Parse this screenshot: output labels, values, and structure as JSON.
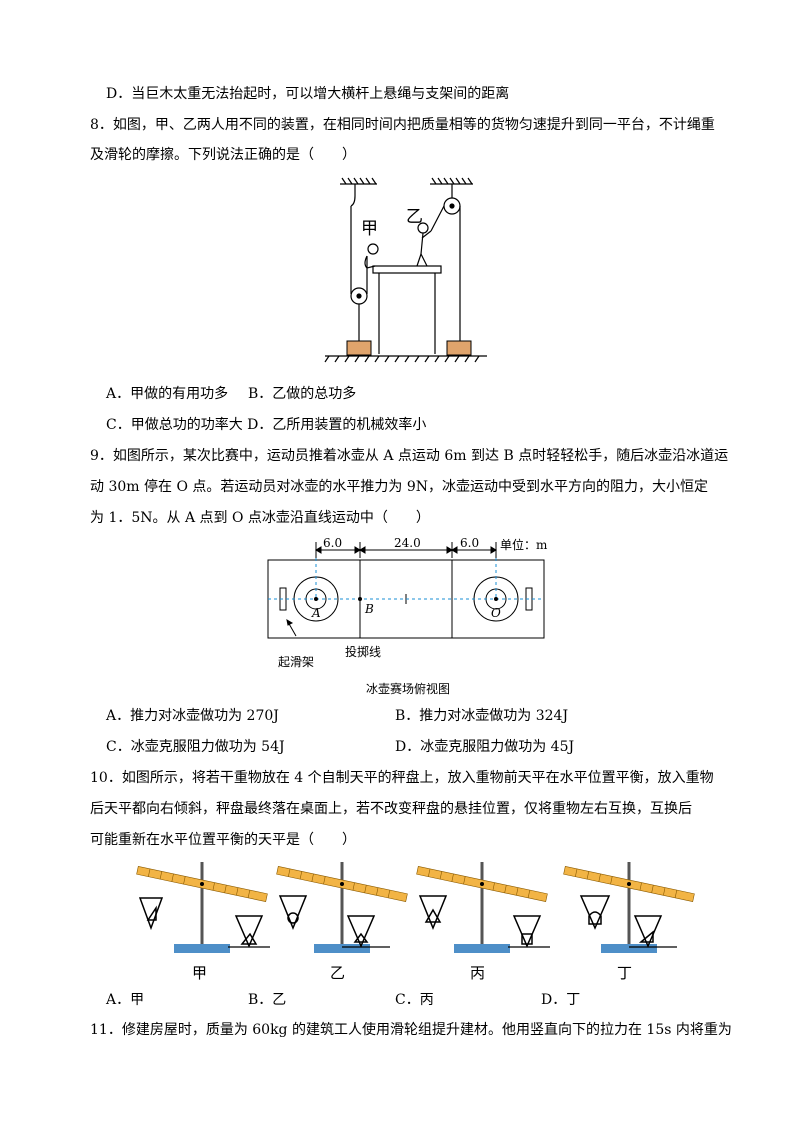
{
  "q7": {
    "option_d": "D．当巨木太重无法抬起时，可以增大横杆上悬绳与支架间的距离"
  },
  "q8": {
    "stem_line1": "8．如图，甲、乙两人用不同的装置，在相同时间内把质量相等的货物匀速提升到同一平台，不计绳重",
    "stem_line2": "及滑轮的摩擦。下列说法正确的是（　　）",
    "figure_labels": {
      "jia": "甲",
      "yi": "乙"
    },
    "option_a": "A．甲做的有用功多",
    "option_b": "B．乙做的总功多",
    "option_cd": "C．甲做总功的功率大 D．乙所用装置的机械效率小"
  },
  "q9": {
    "stem_line1": "9．如图所示，某次比赛中，运动员推着冰壶从 A 点运动 6m 到达 B 点时轻轻松手，随后冰壶沿冰道运",
    "stem_line2": "动 30m 停在 O 点。若运动员对冰壶的水平推力为 9N，冰壶运动中受到水平方向的阻力，大小恒定",
    "stem_line3": "为 1．5N。从 A 点到 O 点冰壶沿直线运动中（　　）",
    "figure": {
      "dim_left": "6.0",
      "dim_mid": "24.0",
      "dim_right": "6.0",
      "unit": "单位：m",
      "point_a": "A",
      "point_b": "B",
      "point_o": "O",
      "label_slider": "起滑架",
      "label_line": "投掷线",
      "caption": "冰壶赛场俯视图"
    },
    "option_a": "A．推力对冰壶做功为 270J",
    "option_b": "B．推力对冰壶做功为 324J",
    "option_c": "C．冰壶克服阻力做功为 54J",
    "option_d": "D．冰壶克服阻力做功为 45J"
  },
  "q10": {
    "stem_line1": "10．如图所示，将若干重物放在 4 个自制天平的秤盘上，放入重物前天平在水平位置平衡，放入重物",
    "stem_line2": "后天平都向右倾斜，秤盘最终落在桌面上，若不改变秤盘的悬挂位置，仅将重物左右互换，互换后",
    "stem_line3": "可能重新在水平位置平衡的天平是（　　）",
    "balance_labels": [
      "甲",
      "乙",
      "丙",
      "丁"
    ],
    "option_a": "A．甲",
    "option_b": "B．乙",
    "option_c": "C．丙",
    "option_d": "D．丁"
  },
  "q11": {
    "stem_line1": "11．修建房屋时，质量为 60kg 的建筑工人使用滑轮组提升建材。他用竖直向下的拉力在 15s 内将重为"
  },
  "colors": {
    "ice_dash": "#1a8fd6",
    "beam": "#f2b445",
    "base": "#4e8fc8",
    "box": "#e0a46c"
  }
}
